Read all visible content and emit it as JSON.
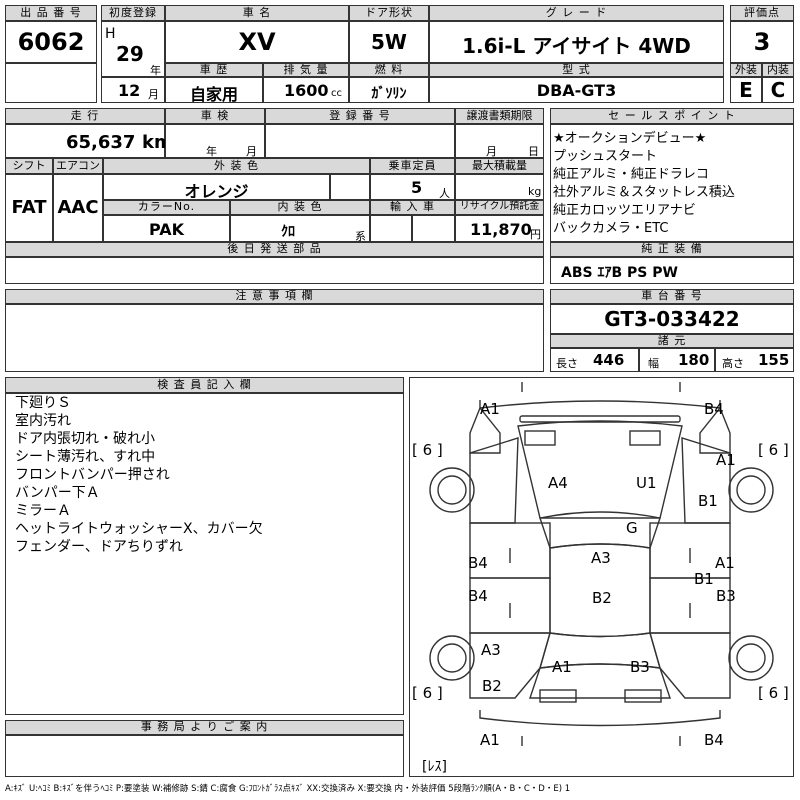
{
  "header": {
    "lot_no_label": "出 品 番 号",
    "lot_no": "6062",
    "first_reg_label": "初度登録",
    "era": "H",
    "year": "29",
    "year_unit": "年",
    "month": "12",
    "month_unit": "月",
    "car_name_label": "車 名",
    "car_name": "XV",
    "door_label": "ドア形状",
    "door": "5W",
    "grade_label": "グ レ ー ド",
    "grade": "1.6i-L アイサイト 4WD",
    "score_label": "評価点",
    "score": "3",
    "history_label": "車 歴",
    "history": "自家用",
    "displacement_label": "排 気 量",
    "displacement": "1600",
    "displacement_unit": "cc",
    "fuel_label": "燃 料",
    "fuel": "ｶﾞｿﾘﾝ",
    "model_label": "型 式",
    "model": "DBA-GT3",
    "exterior_label": "外装",
    "exterior": "E",
    "interior_label": "内装",
    "interior": "C"
  },
  "details": {
    "mileage_label": "走 行",
    "mileage": "65,637",
    "mileage_unit": "km",
    "inspection_label": "車 検",
    "inspection_year_unit": "年",
    "inspection_month_unit": "月",
    "reg_no_label": "登 録 番 号",
    "transfer_label": "譲渡書類期限",
    "transfer_month_unit": "月",
    "transfer_day_unit": "日",
    "shift_label": "シフト",
    "shift": "FAT",
    "ac_label": "エアコン",
    "ac": "AAC",
    "ext_color_label": "外 装 色",
    "ext_color": "オレンジ",
    "capacity_label": "乗車定員",
    "capacity": "5",
    "capacity_unit": "人",
    "max_load_label": "最大積載量",
    "max_load_unit": "kg",
    "color_no_label": "カラーNo.",
    "color_no": "PAK",
    "int_color_label": "内 装 色",
    "int_color": "ｸﾛ",
    "int_color_unit": "系",
    "import_label": "輸 入 車",
    "recycle_label": "リサイクル預託金",
    "recycle": "11,870",
    "recycle_unit": "円",
    "later_parts_label": "後 日 発 送 部 品",
    "caution_label": "注 意 事 項 欄"
  },
  "sales_points": {
    "label": "セ ー ル ス ポ イ ン ト",
    "lines": [
      "★オークションデビュー★",
      "プッシュスタート",
      "純正アルミ・純正ドラレコ",
      "社外アルミ＆スタットレス積込",
      "純正カロッツエリアナビ",
      "バックカメラ・ETC"
    ]
  },
  "equipment": {
    "label": "純 正 装 備",
    "value": "ABS ｴｱB PS PW"
  },
  "chassis": {
    "label": "車 台 番 号",
    "value": "GT3-033422",
    "dims_label": "諸 元",
    "length_label": "長さ",
    "length": "446",
    "width_label": "幅",
    "width": "180",
    "height_label": "高さ",
    "height": "155"
  },
  "inspector": {
    "label": "検 査 員 記 入 欄",
    "notes": [
      "下廻りＳ",
      "室内汚れ",
      "ドア内張切れ・破れ小",
      "シート薄汚れ、すれ中",
      "フロントバンパー押され",
      "バンパー下Ａ",
      "ミラーＡ",
      "ヘットライトウォッシャーX、カバー欠",
      "フェンダー、ドアちりずれ"
    ]
  },
  "office": {
    "label": "事 務 局 よ り ご 案 内"
  },
  "diagram": {
    "marks": {
      "front_left": "A1",
      "front_right": "B4",
      "tire_fl": "[ 6 ]",
      "tire_fr": "[ 6 ]",
      "tire_rl": "[ 6 ]",
      "tire_rr": "[ 6 ]",
      "hood_left": "A4",
      "hood_right": "U1",
      "right_fender_a": "A1",
      "right_fender_b": "B1",
      "windshield": "G",
      "left_front_door": "B4",
      "roof_front": "A3",
      "right_front_door": "A1",
      "right_front_door_b": "B1",
      "left_rear_door": "B4",
      "roof_rear": "B2",
      "right_rear_door": "B3",
      "left_quarter_a": "A3",
      "left_quarter_b": "B2",
      "rear_left": "A1",
      "rear_right": "B3",
      "rear_bumper_left": "A1",
      "rear_bumper_right": "B4",
      "spare": "[ﾚｽ]"
    }
  },
  "legend": "A:ｷｽﾞ U:ﾍｺﾐ B:ｷｽﾞを伴うﾍｺﾐ P:要塗装 W:補修跡 S:錆 C:腐食 G:ﾌﾛﾝﾄｶﾞﾗｽ点ｷｽﾞ XX:交換済み X:要交換 内・外装評価 5段階ﾗﾝｸ順(A・B・C・D・E) 1"
}
